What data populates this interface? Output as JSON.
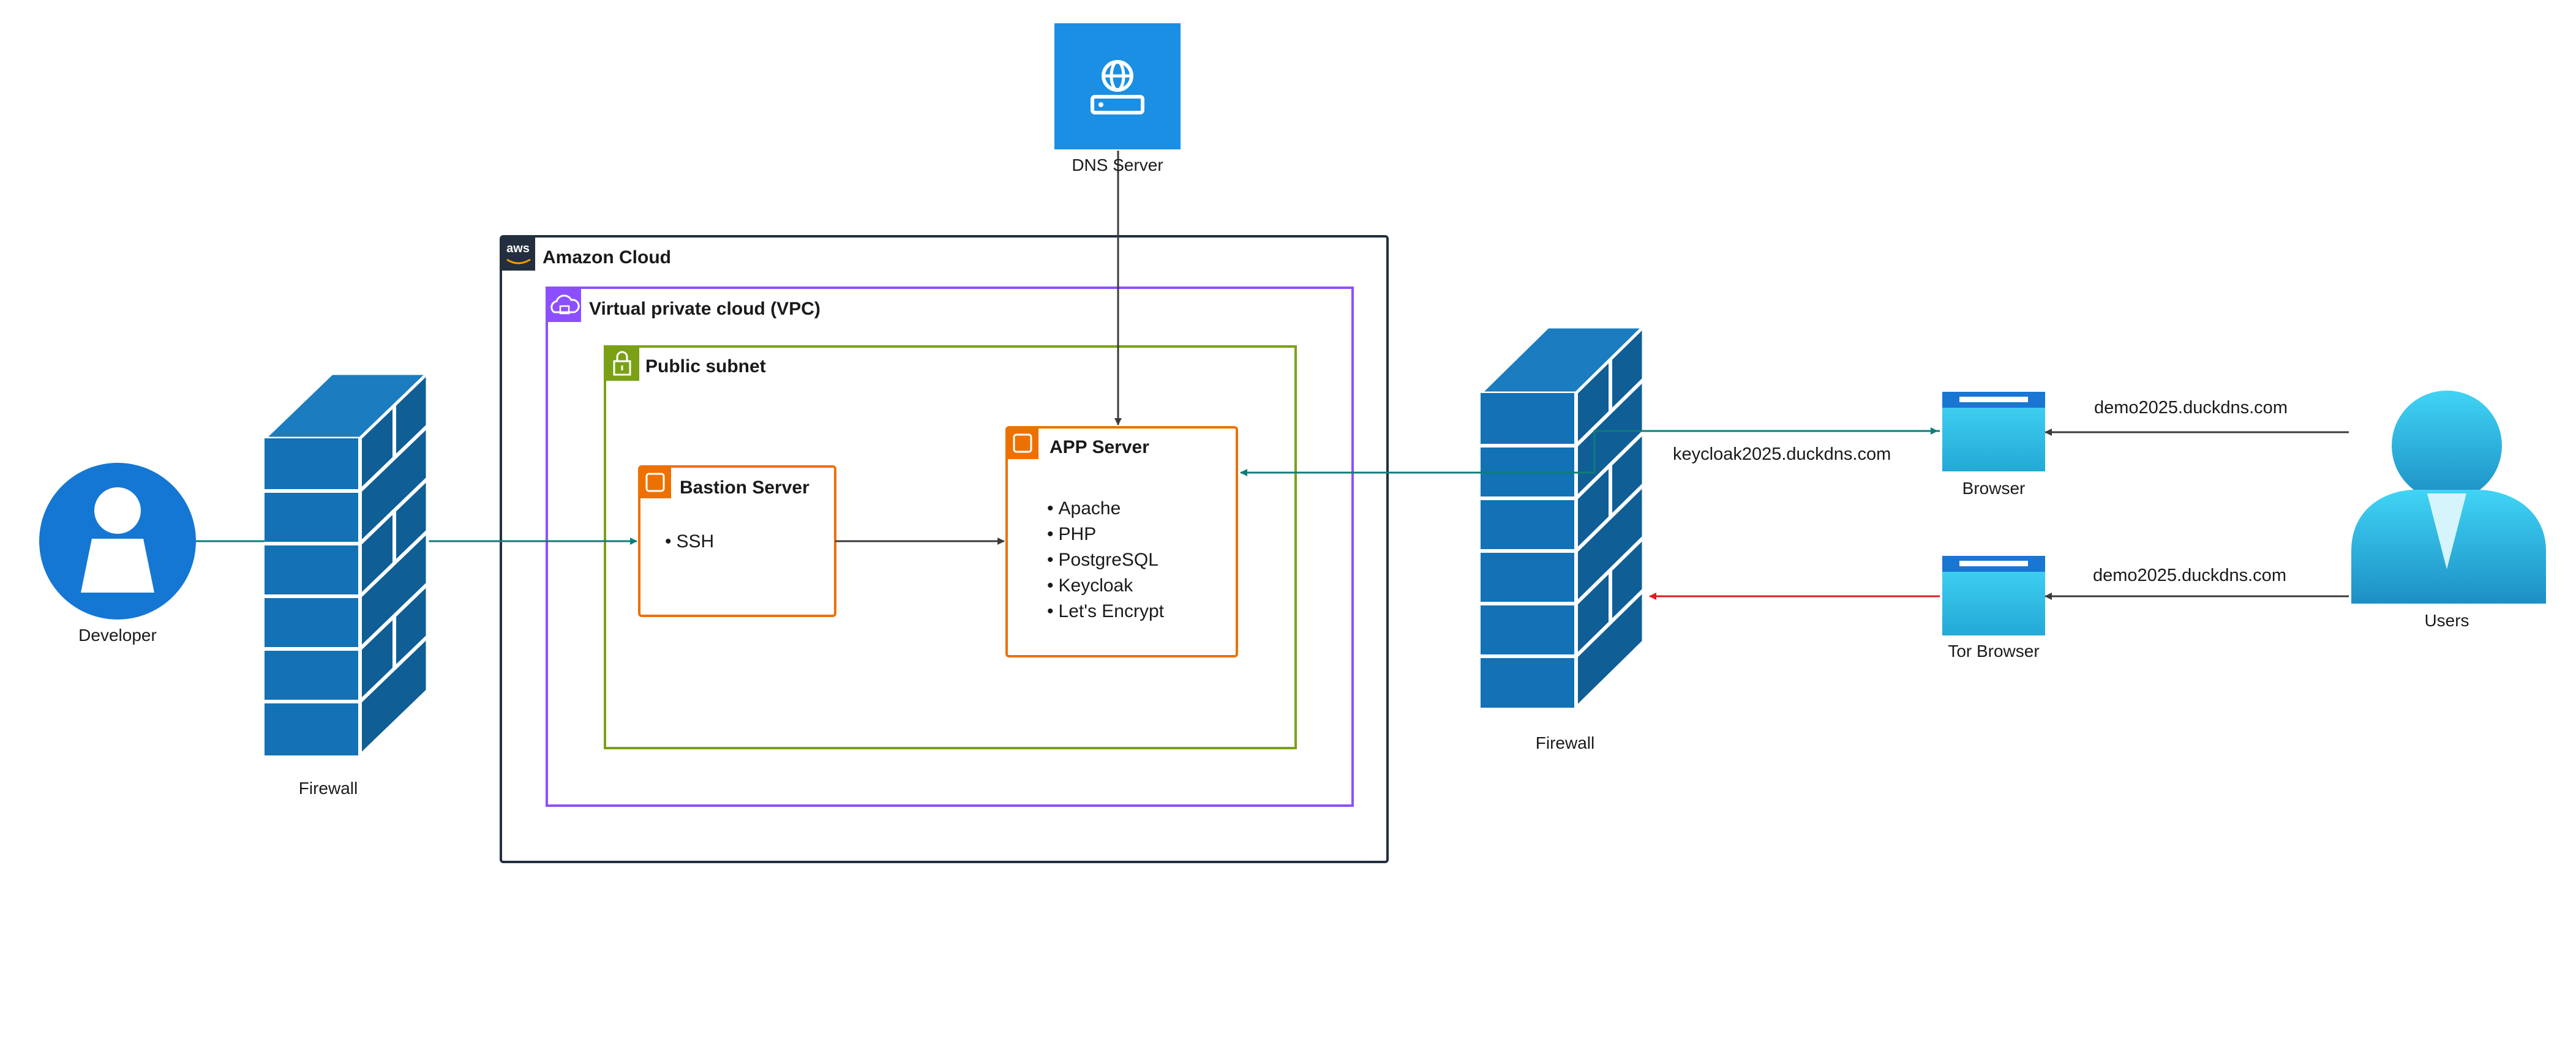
{
  "colors": {
    "firewall": "#1272b5",
    "developer": "#1477d4",
    "dns": "#1a8fe3",
    "aws_border": "#232f3e",
    "vpc_border": "#8c4fff",
    "subnet_border": "#7aa116",
    "server_border": "#ed7100",
    "arrow_teal": "#0d7d78",
    "arrow_dark": "#3b3b3b",
    "arrow_red": "#e01e1e",
    "users_fill": "#31b2e2",
    "browser_fill": "#33c7ee"
  },
  "icons": {
    "developer": "user-circle-icon",
    "dns": "dns-server-icon",
    "firewall": "brick-firewall-icon",
    "aws": "aws-logo-icon",
    "vpc": "cloud-lock-icon",
    "subnet": "padlock-icon",
    "server": "chip-icon",
    "browser": "browser-window-icon",
    "users": "users-icon"
  },
  "nodes": {
    "developer": {
      "label": "Developer"
    },
    "firewall_left": {
      "label": "Firewall"
    },
    "firewall_right": {
      "label": "Firewall"
    },
    "dns_server": {
      "label": "DNS Server"
    },
    "browser": {
      "label": "Browser"
    },
    "tor_browser": {
      "label": "Tor Browser"
    },
    "users": {
      "label": "Users"
    }
  },
  "groups": {
    "amazon_cloud": {
      "label": "Amazon Cloud",
      "aws_logo_text": "aws"
    },
    "vpc": {
      "label": "Virtual private cloud (VPC)"
    },
    "public_subnet": {
      "label": "Public subnet"
    }
  },
  "servers": {
    "bastion": {
      "title": "Bastion Server",
      "services": [
        "SSH"
      ]
    },
    "app": {
      "title": "APP Server",
      "services": [
        "Apache",
        "PHP",
        "PostgreSQL",
        "Keycloak",
        "Let's Encrypt"
      ]
    }
  },
  "edges": {
    "keycloak_url": "keycloak2025.duckdns.com",
    "demo_url_browser": "demo2025.duckdns.com",
    "demo_url_tor": "demo2025.duckdns.com"
  }
}
